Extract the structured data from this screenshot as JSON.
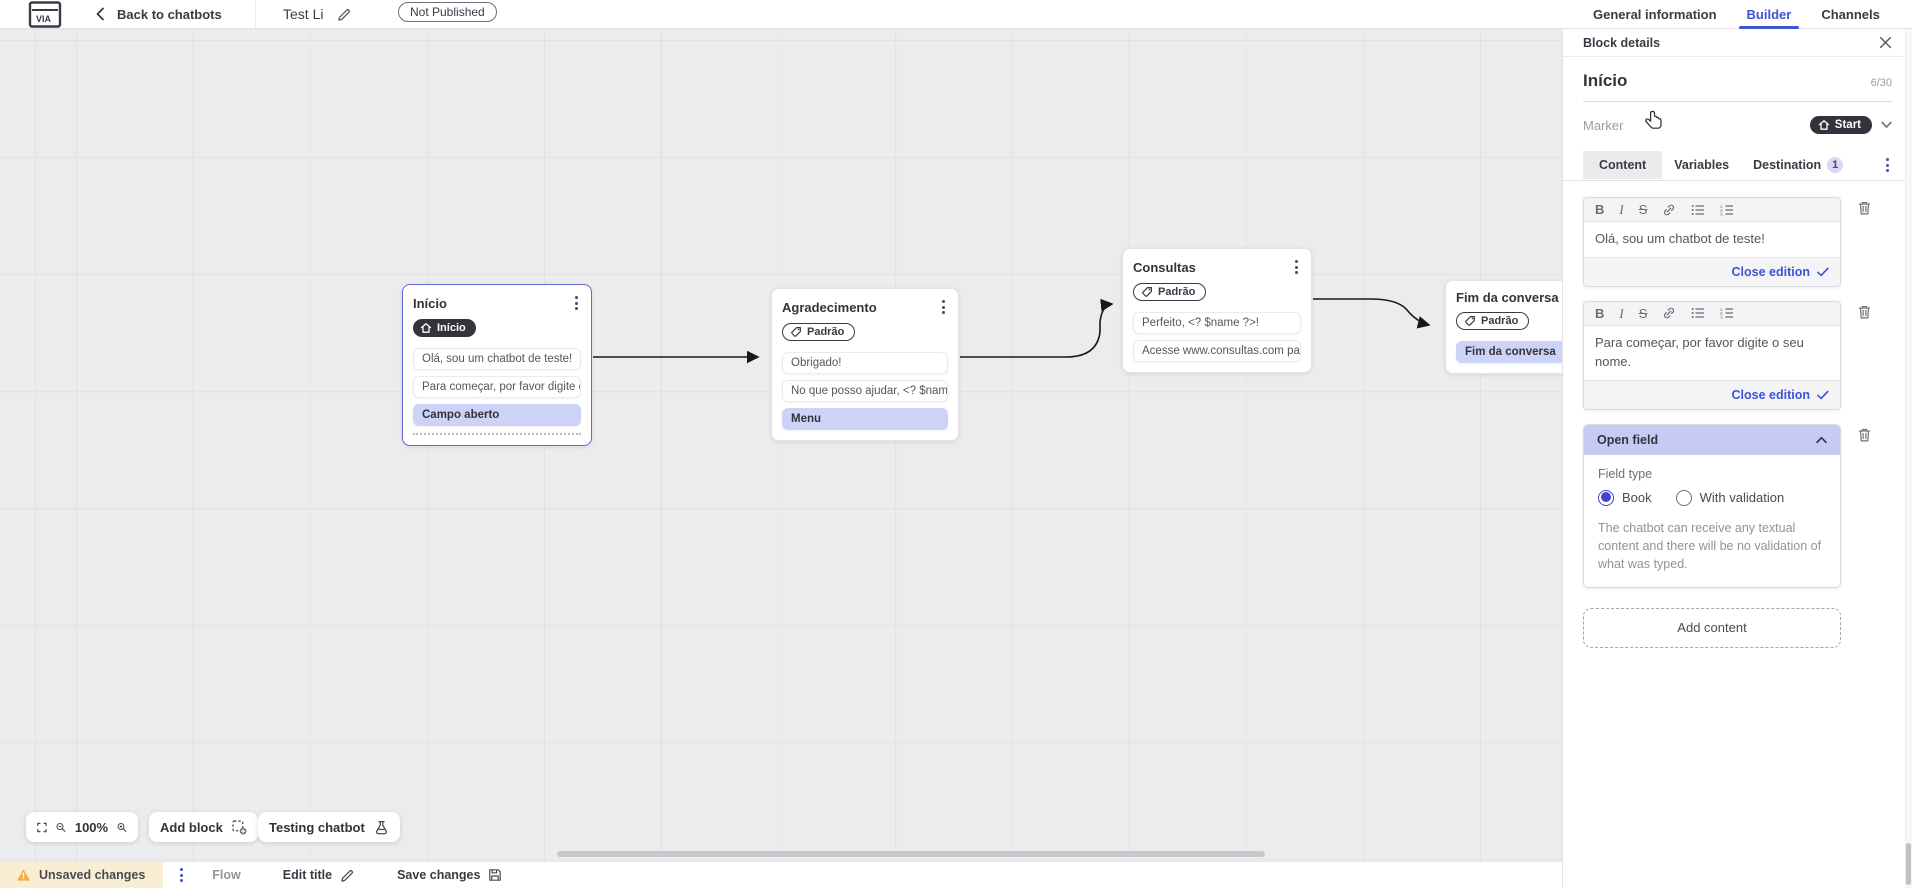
{
  "header": {
    "back_label": "Back to chatbots",
    "title": "Test Li",
    "status_badge": "Not Published",
    "tabs": [
      {
        "label": "General information",
        "active": false
      },
      {
        "label": "Builder",
        "active": true
      },
      {
        "label": "Channels",
        "active": false
      }
    ]
  },
  "canvas": {
    "blocks": [
      {
        "title": "Início",
        "badge": "Início",
        "rows": [
          {
            "text": "Olá, sou um chatbot de teste!"
          },
          {
            "text": "Para começar, por favor digite o ..."
          },
          {
            "text": "Campo aberto"
          }
        ]
      },
      {
        "title": "Agradecimento",
        "badge": "Padrão",
        "rows": [
          {
            "text": "Obrigado!"
          },
          {
            "text": "No que posso ajudar, <? $name ..."
          },
          {
            "text": "Menu"
          }
        ]
      },
      {
        "title": "Consultas",
        "badge": "Padrão",
        "rows": [
          {
            "text": "Perfeito, <? $name ?>!"
          },
          {
            "text": "Acesse www.consultas.com par..."
          }
        ]
      },
      {
        "title": "Fim da conversa",
        "badge": "Padrão",
        "rows": [
          {
            "text": "Fim da conversa"
          }
        ]
      }
    ],
    "toolbar": {
      "zoom_level": "100%",
      "add_block_label": "Add block",
      "testing_label": "Testing chatbot"
    }
  },
  "panel": {
    "header_label": "Block details",
    "block_name": "Início",
    "name_counter": "6/30",
    "marker_label": "Marker",
    "marker_value": "Start",
    "tabs": [
      {
        "label": "Content",
        "active": true
      },
      {
        "label": "Variables",
        "active": false
      },
      {
        "label": "Destination",
        "active": false,
        "badge": "1"
      }
    ],
    "editors": [
      {
        "text": "Olá, sou um chatbot de teste!",
        "close_label": "Close edition"
      },
      {
        "text": "Para começar, por favor digite o seu nome.",
        "close_label": "Close edition"
      }
    ],
    "open_field": {
      "header": "Open field",
      "field_type_label": "Field type",
      "options": [
        {
          "label": "Book",
          "selected": true
        },
        {
          "label": "With validation",
          "selected": false
        }
      ],
      "description": "The chatbot can receive any textual content and there will be no validation of what was typed."
    },
    "add_content_label": "Add content"
  },
  "statusbar": {
    "unsaved_label": "Unsaved changes",
    "flow_label": "Flow",
    "edit_title_label": "Edit title",
    "save_label": "Save changes"
  },
  "colors": {
    "accent_blue": "#3d52d5",
    "highlight_row": "#ccd3f6",
    "open_field_header": "#c5cbf2",
    "dark_pill": "#33333b",
    "unsaved_bg": "#f9edd3",
    "warning": "#eaa63c"
  },
  "icons": {
    "logo": "via-window",
    "back": "chevron-left",
    "edit": "pencil",
    "close": "x",
    "start_marker": "house",
    "default_marker": "tag",
    "menu": "three-dots-vertical",
    "editor": [
      "bold",
      "italic",
      "strikethrough",
      "link",
      "bullet-list",
      "numbered-list"
    ],
    "delete": "trash",
    "confirm": "check",
    "collapse": "chevron-up",
    "expand": "chevron-down",
    "zoom": [
      "fullscreen",
      "zoom-out",
      "zoom-in"
    ],
    "add_block": "dashed-square-plus",
    "testing": "flask",
    "warning": "triangle-exclamation",
    "save": "floppy-disk",
    "cursor": "hand-pointer"
  }
}
